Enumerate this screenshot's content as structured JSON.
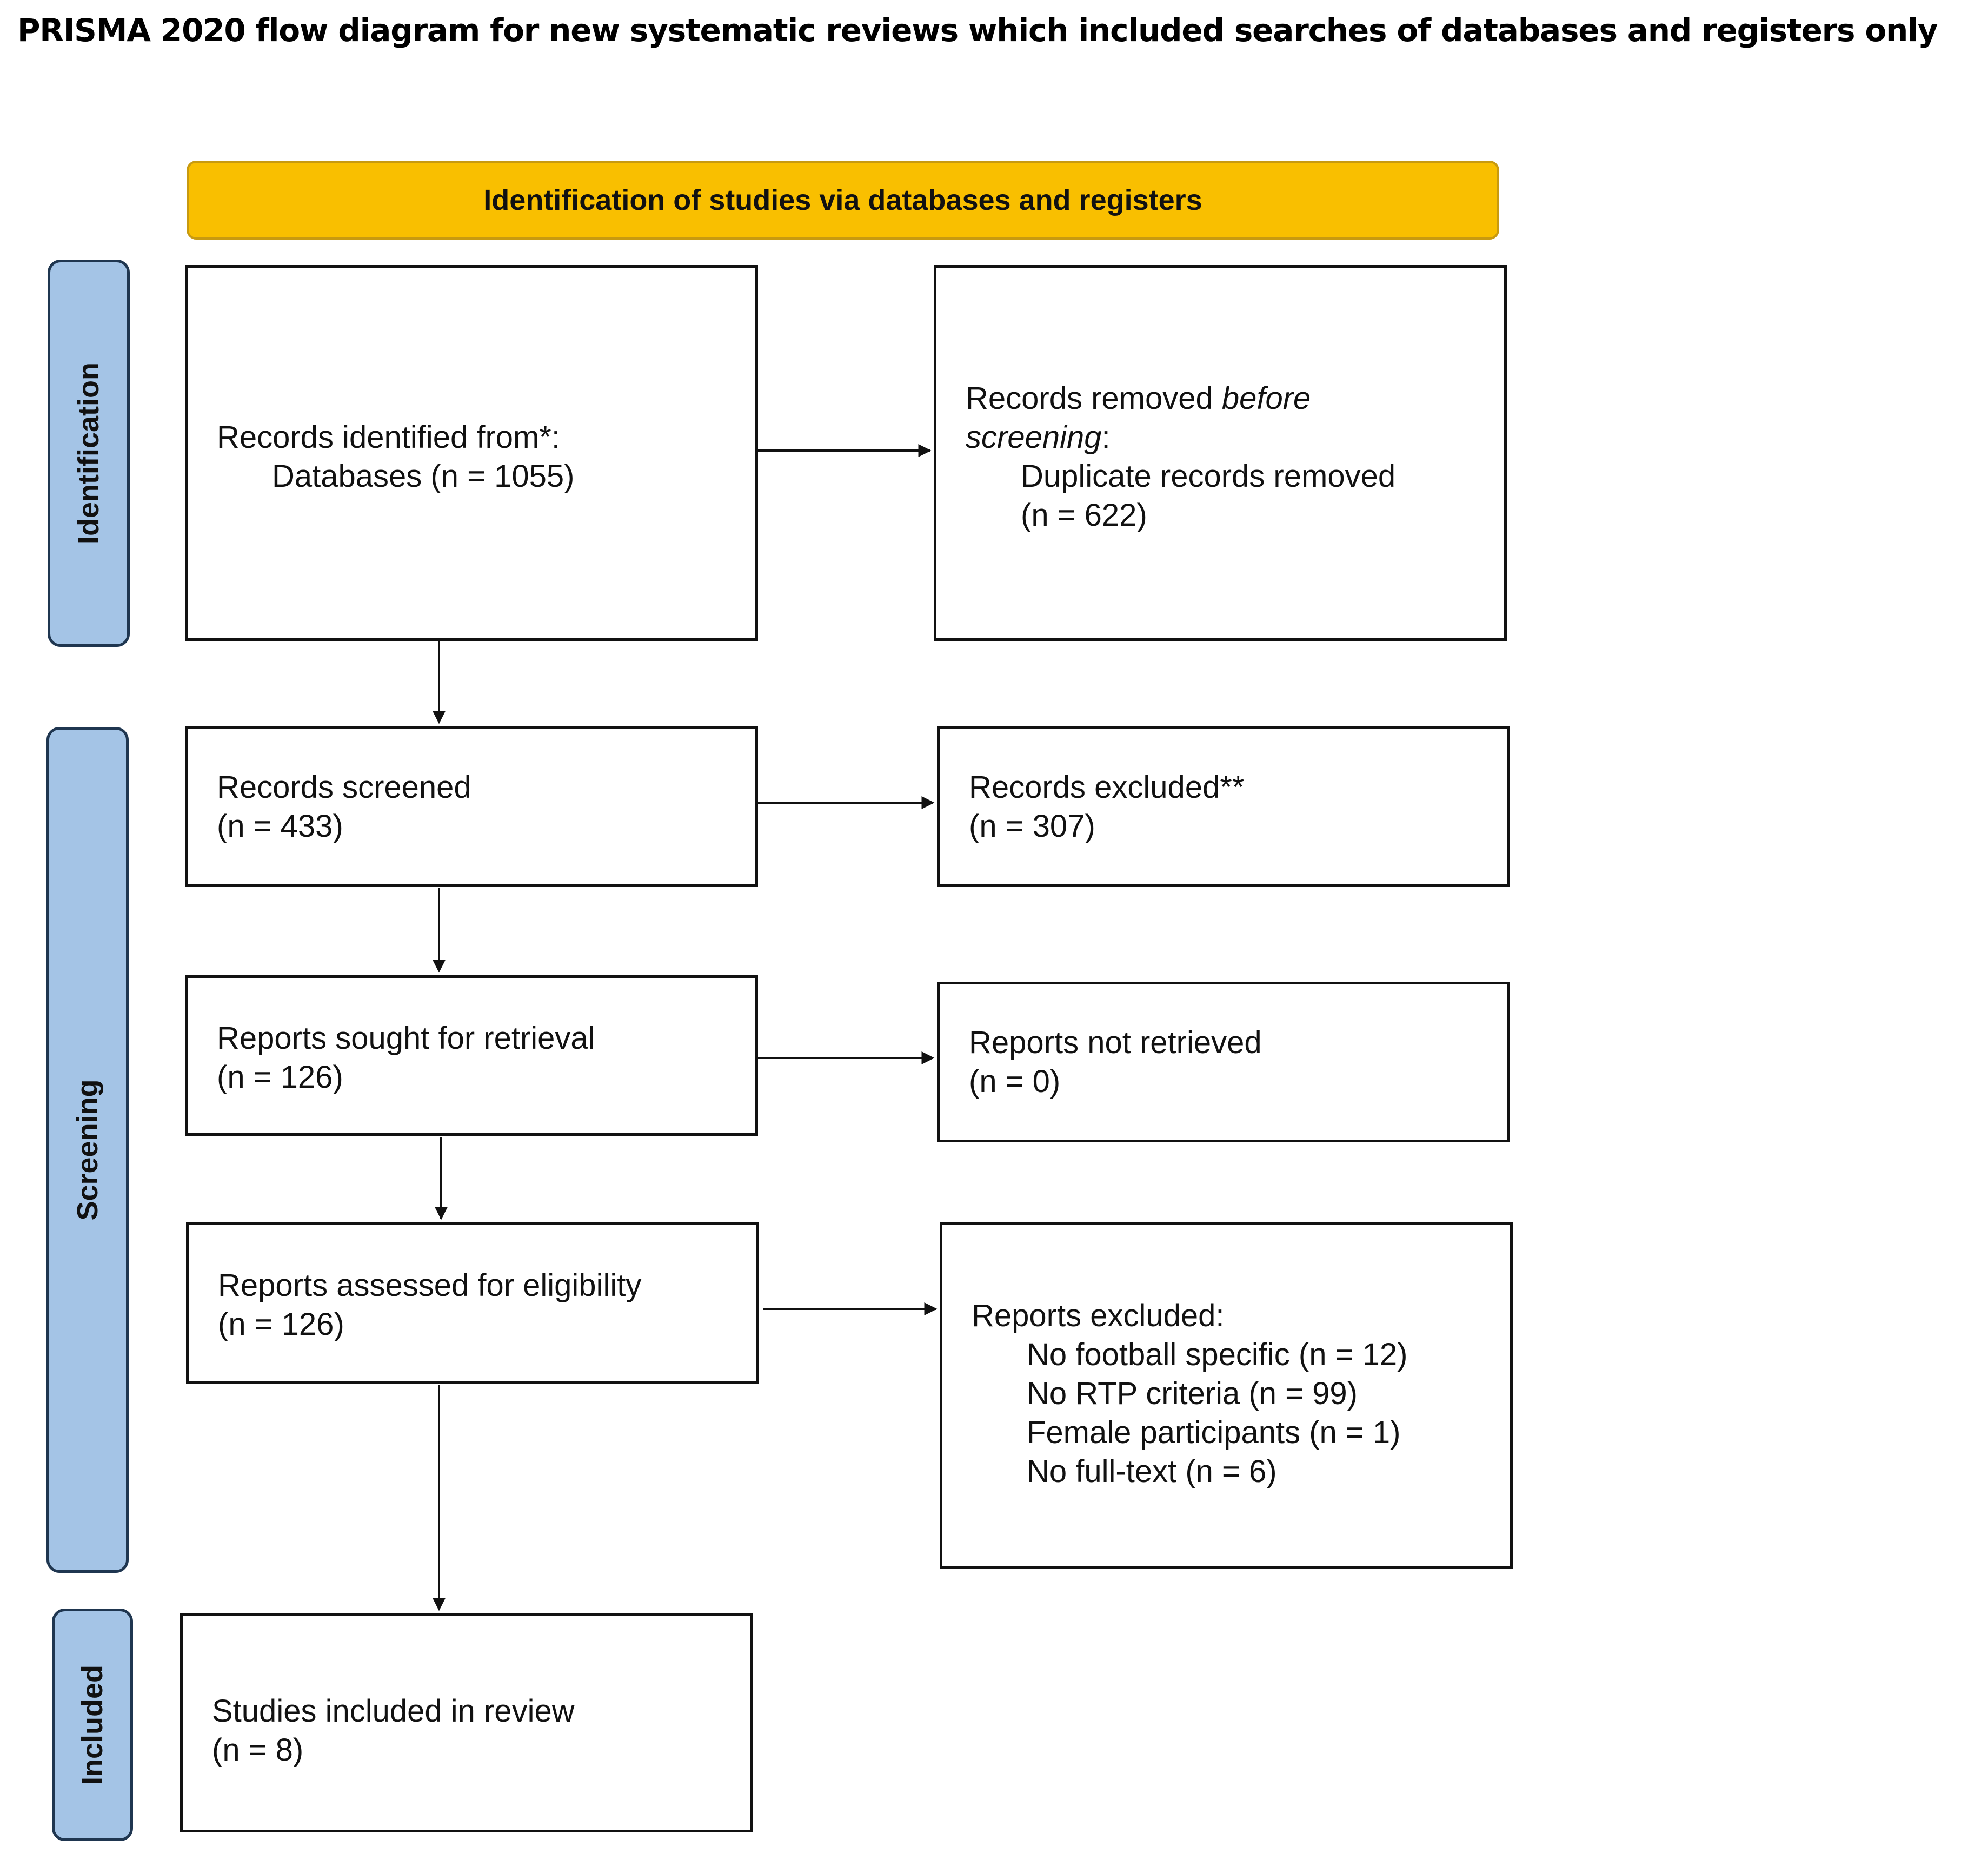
{
  "title": "PRISMA 2020 flow diagram for new systematic reviews which included searches of databases and registers only",
  "banner": "Identification of studies via databases and registers",
  "phases": {
    "identification": "Identification",
    "screening": "Screening",
    "included": "Included"
  },
  "boxes": {
    "records_identified": {
      "line1": "Records identified from*:",
      "line2": "Databases (n = 1055)"
    },
    "records_removed": {
      "line1_a": "Records removed ",
      "line1_b": "before",
      "line2_a": "screening",
      "line2_b": ":",
      "line3": "Duplicate records removed",
      "line4": "(n = 622)"
    },
    "records_screened": {
      "line1": "Records screened",
      "line2": "(n = 433)"
    },
    "records_excluded": {
      "line1": "Records excluded**",
      "line2": "(n = 307)"
    },
    "reports_sought": {
      "line1": "Reports sought for retrieval",
      "line2": "(n = 126)"
    },
    "reports_not_retrieved": {
      "line1": "Reports not retrieved",
      "line2": "(n = 0)"
    },
    "reports_assessed": {
      "line1": "Reports assessed for eligibility",
      "line2": "(n = 126)"
    },
    "reports_excluded": {
      "heading": "Reports excluded:",
      "reasons": [
        "No football specific (n = 12)",
        "No RTP criteria (n = 99)",
        "Female participants (n = 1)",
        "No full-text (n = 6)"
      ]
    },
    "studies_included": {
      "line1": "Studies included in review",
      "line2": "(n = 8)"
    }
  },
  "colors": {
    "banner_fill": "#f9bf00",
    "phase_fill": "#a4c4e6",
    "phase_border": "#1f3650"
  }
}
